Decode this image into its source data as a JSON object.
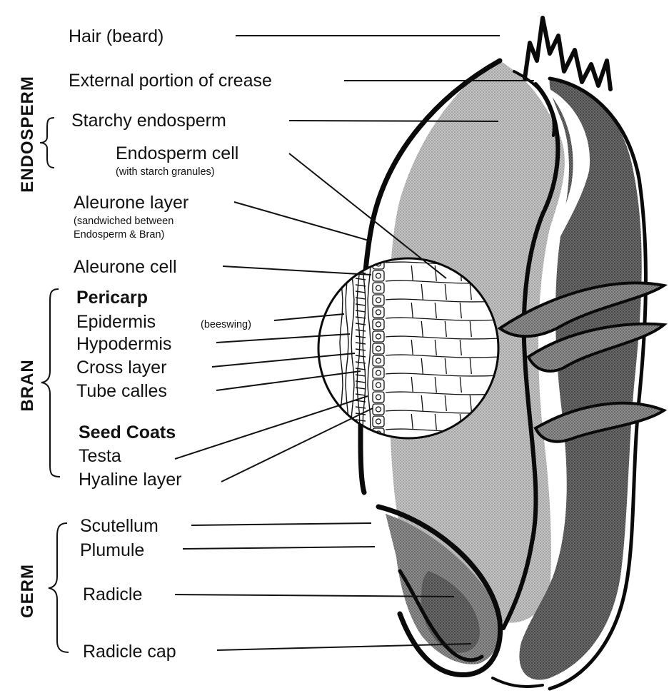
{
  "sections": {
    "endosperm": "ENDOSPERM",
    "bran": "BRAN",
    "germ": "GERM"
  },
  "labels": {
    "hair": "Hair (beard)",
    "crease": "External portion of crease",
    "starchy_endosperm": "Starchy endosperm",
    "endosperm_cell": "Endosperm cell",
    "endosperm_cell_note": "(with starch granules)",
    "aleurone_layer": "Aleurone layer",
    "aleurone_note_1": "(sandwiched between",
    "aleurone_note_2": "Endosperm & Bran)",
    "aleurone_cell": "Aleurone cell",
    "pericarp": "Pericarp",
    "epidermis": "Epidermis",
    "epidermis_note": "(beeswing)",
    "hypodermis": "Hypodermis",
    "cross_layer": "Cross layer",
    "tube_cells": "Tube calles",
    "seed_coats": "Seed Coats",
    "testa": "Testa",
    "hyaline": "Hyaline layer",
    "scutellum": "Scutellum",
    "plumule": "Plumule",
    "radicle": "Radicle",
    "radicle_cap": "Radicle cap"
  },
  "colors": {
    "light_stipple": "#b8b8b8",
    "dark_stipple": "#6e6e6e",
    "outline": "#0a0a0a"
  }
}
